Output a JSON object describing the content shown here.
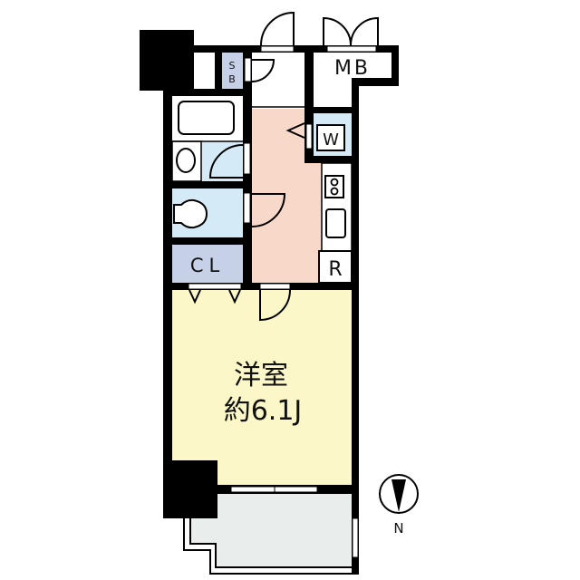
{
  "floorplan": {
    "rooms": {
      "western_room": {
        "name": "洋室",
        "size": "約6.1J"
      },
      "closet": {
        "label": "CL"
      },
      "meter_box": {
        "label": "MB"
      },
      "shoe_box": {
        "label_line1": "S",
        "label_line2": "B"
      },
      "washer": {
        "label": "W"
      },
      "refrigerator": {
        "label": "R"
      }
    },
    "compass": {
      "label": "N"
    },
    "colors": {
      "wall": "#000000",
      "western_room": "#fbf7c8",
      "corridor_kitchen": "#f8d8c8",
      "wet_area": "#d4eaf6",
      "closet": "#c6d0e6",
      "shoe_box": "#c6d0e6",
      "balcony": "#e9eeec",
      "background": "#ffffff"
    }
  }
}
